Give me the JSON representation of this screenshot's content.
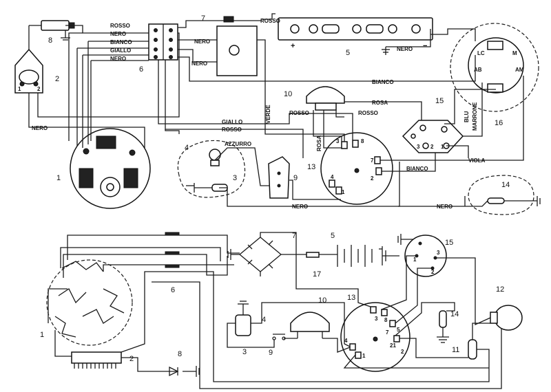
{
  "diagram": {
    "wire_labels": {
      "rosso_a": "ROSSO",
      "nero_a": "NERO",
      "bianco_a": "BIANCO",
      "giallo_a": "GIALLO",
      "nero_b": "NERO",
      "rosso_b": "ROSSO",
      "nero_c": "NERO",
      "nero_d": "NERO",
      "nero_e": "NERO",
      "nero_f": "NERO",
      "bianco_b": "BIANCO",
      "verde": "VERDE",
      "rosa_a": "ROSA",
      "rosso_c": "ROSSO",
      "rosso_d": "ROSSO",
      "giallo_b": "GIALLO",
      "rosso_e": "ROSSO",
      "rosa_b": "ROSA",
      "azzurro": "AZZURRO",
      "blu": "BLU",
      "marrone": "MARRONE",
      "bianco_c": "BIANCO",
      "viola": "VIOLA",
      "nero_g": "NERO",
      "nero_h": "NERO"
    },
    "terminal_labels": {
      "lc": "LC",
      "m": "M",
      "ab": "AB",
      "am": "AM",
      "plus": "+",
      "minus": "−",
      "p1": "1",
      "p2": "2",
      "s3": "3",
      "s8": "8",
      "s7": "7",
      "s2": "2",
      "s4": "4",
      "s1": "1",
      "s5": "5",
      "s21": "21",
      "r1": "1",
      "r2": "2",
      "r3": "3",
      "l3": "3",
      "l2": "2",
      "l1": "1",
      "b4": "4",
      "b1": "1",
      "b8": "8",
      "b7": "7",
      "b2": "2",
      "b3": "3"
    },
    "part_numbers": {
      "top": [
        "1",
        "2",
        "3",
        "4",
        "5",
        "6",
        "7",
        "8",
        "9",
        "10",
        "13",
        "14",
        "15",
        "16"
      ],
      "bottom": [
        "1",
        "2",
        "3",
        "4",
        "5",
        "6",
        "7",
        "8",
        "9",
        "10",
        "11",
        "12",
        "13",
        "14",
        "15",
        "17"
      ]
    }
  }
}
